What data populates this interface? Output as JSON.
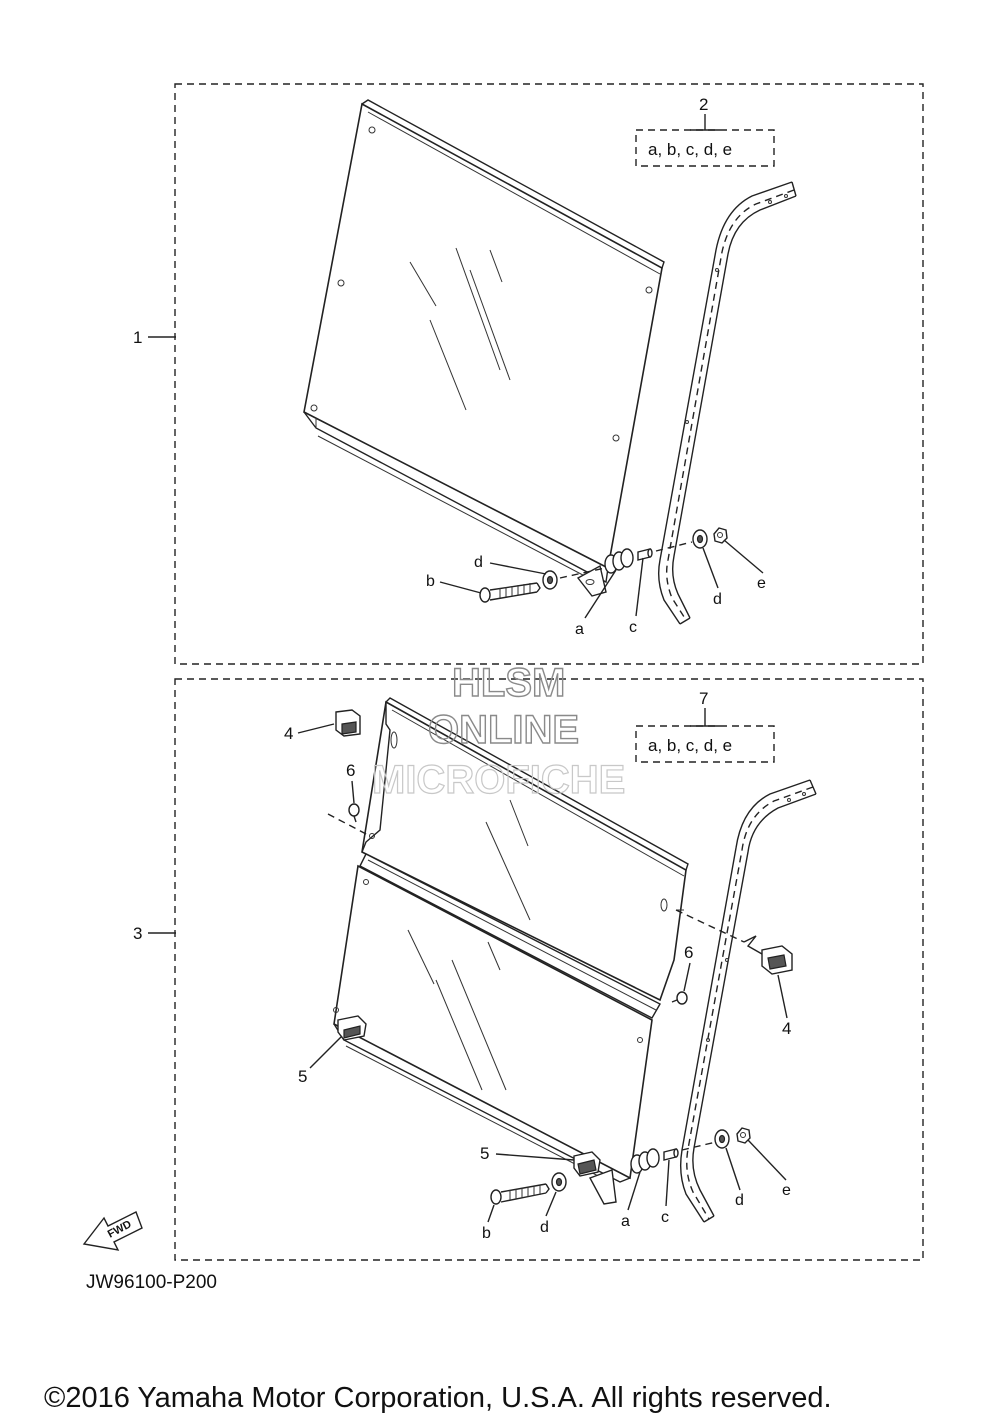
{
  "diagram": {
    "callouts": {
      "one": "1",
      "two": "2",
      "three": "3",
      "four_upper": "4",
      "four_lower": "4",
      "five_left": "5",
      "five_bottom": "5",
      "six_left": "6",
      "six_right": "6",
      "seven": "7"
    },
    "kit_list_upper": "a, b, c, d, e",
    "kit_list_lower": "a, b, c, d, e",
    "hardware_upper": {
      "a": "a",
      "b": "b",
      "c": "c",
      "d1": "d",
      "d2": "d",
      "e": "e"
    },
    "hardware_lower": {
      "a": "a",
      "b": "b",
      "c": "c",
      "d1": "d",
      "d2": "d",
      "e": "e"
    },
    "fwd_arrow": "FWD",
    "diagram_code": "JW96100-P200"
  },
  "watermark": {
    "line1": "HLSM",
    "line2": "ONLINE",
    "line3": "MICROFICHE"
  },
  "footer": {
    "copyright": "©2016 Yamaha Motor Corporation, U.S.A. All rights reserved."
  }
}
